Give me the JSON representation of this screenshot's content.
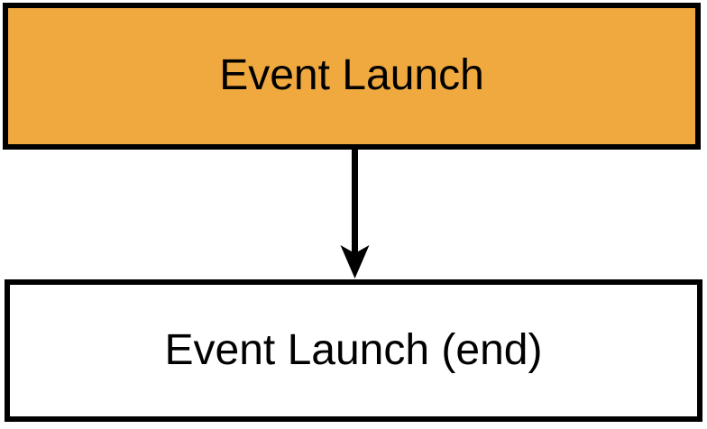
{
  "diagram": {
    "type": "flowchart",
    "orientation": "top-to-bottom",
    "background_color": "#ffffff",
    "nodes": [
      {
        "id": "event-launch",
        "label": "Event Launch",
        "shape": "rectangle",
        "fill_color": "#EFA93F",
        "border_color": "#000000",
        "text_color": "#000000",
        "role": "start"
      },
      {
        "id": "event-launch-end",
        "label": "Event Launch (end)",
        "shape": "rectangle",
        "fill_color": "#FFFFFF",
        "border_color": "#000000",
        "text_color": "#000000",
        "role": "end"
      }
    ],
    "edges": [
      {
        "id": "launch-to-end",
        "from": "event-launch",
        "to": "event-launch-end",
        "label": "",
        "style": "solid",
        "color": "#000000",
        "arrowhead": "filled-barbed"
      }
    ]
  }
}
